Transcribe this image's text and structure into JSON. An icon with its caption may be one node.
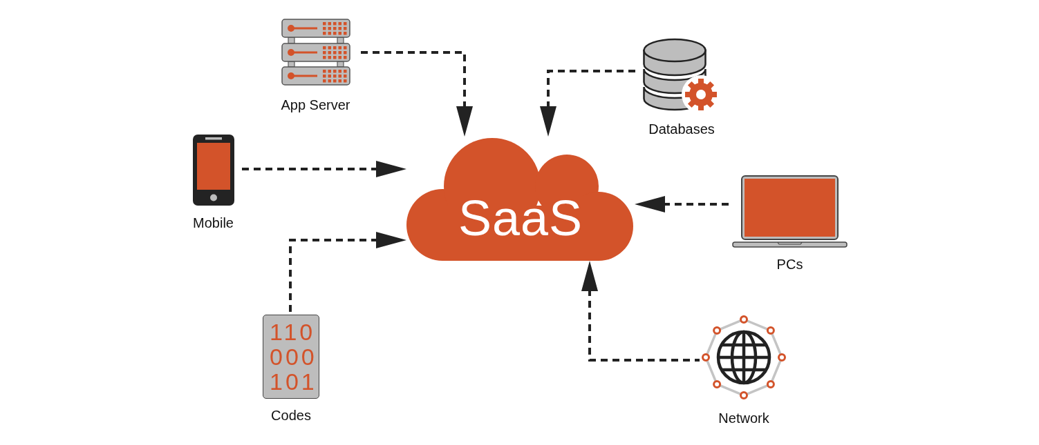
{
  "diagram": {
    "nodes": [
      {
        "text": [
          "App Server"
        ]
      },
      {
        "text": [
          "Databases"
        ]
      },
      {
        "text": [
          "Mobile"
        ]
      },
      {
        "text": [
          "SaaS"
        ]
      },
      {
        "text": [
          "PCs"
        ]
      },
      {
        "text": [
          "110 000 101",
          "Codes"
        ]
      },
      {
        "text": [
          "Network"
        ]
      }
    ],
    "edges": [
      {
        "from": 0,
        "to": 3,
        "arrow": "to",
        "style": "dashed"
      },
      {
        "from": 1,
        "to": 3,
        "arrow": "to",
        "style": "dashed"
      },
      {
        "from": 2,
        "to": 3,
        "arrow": "to",
        "style": "dashed"
      },
      {
        "from": 4,
        "to": 3,
        "arrow": "to",
        "style": "dashed"
      },
      {
        "from": 5,
        "to": 3,
        "arrow": "to",
        "style": "dashed"
      },
      {
        "from": 6,
        "to": 3,
        "arrow": "to",
        "style": "dashed"
      }
    ]
  }
}
